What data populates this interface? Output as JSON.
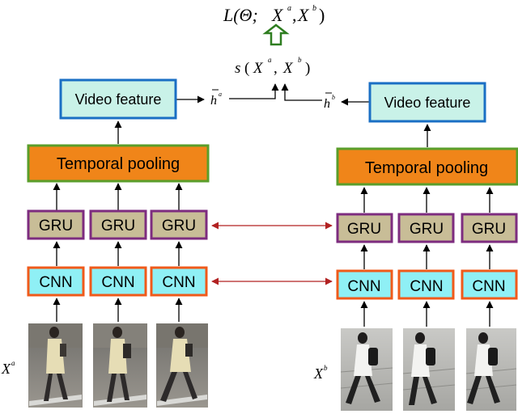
{
  "loss": {
    "prefix": "L(Θ;",
    "xa": "X",
    "xa_sup": "a",
    "comma": ",",
    "xb": "X",
    "xb_sup": "b",
    "suffix": ")",
    "arrow_color": "#2e7d20",
    "arrow_fill": "#ffffff"
  },
  "similarity": {
    "s": "s",
    "paren_open": "(",
    "xa": "X",
    "xa_sup": "a",
    "comma": ",",
    "xb": "X",
    "xb_sup": "b",
    "paren_close": ")"
  },
  "features": {
    "ha": "h",
    "ha_sup": "a",
    "hb": "h",
    "hb_sup": "b"
  },
  "branch_a": {
    "video_feature": "Video feature",
    "temporal_pooling": "Temporal pooling",
    "gru": [
      "GRU",
      "GRU",
      "GRU"
    ],
    "cnn": [
      "CNN",
      "CNN",
      "CNN"
    ],
    "input_label": "X",
    "input_sup": "a"
  },
  "branch_b": {
    "video_feature": "Video feature",
    "temporal_pooling": "Temporal pooling",
    "gru": [
      "GRU",
      "GRU",
      "GRU"
    ],
    "cnn": [
      "CNN",
      "CNN",
      "CNN"
    ],
    "input_label": "X",
    "input_sup": "b"
  },
  "colors": {
    "video_feature_fill": "#c9f2e8",
    "video_feature_border": "#1a6fc4",
    "temporal_fill": "#f08519",
    "temporal_border": "#5a9e2a",
    "gru_fill": "#c8bd97",
    "gru_border": "#7d2c7f",
    "cnn_fill": "#8ff0f5",
    "cnn_border": "#f05a1a",
    "shared_arrow": "#b22222"
  }
}
